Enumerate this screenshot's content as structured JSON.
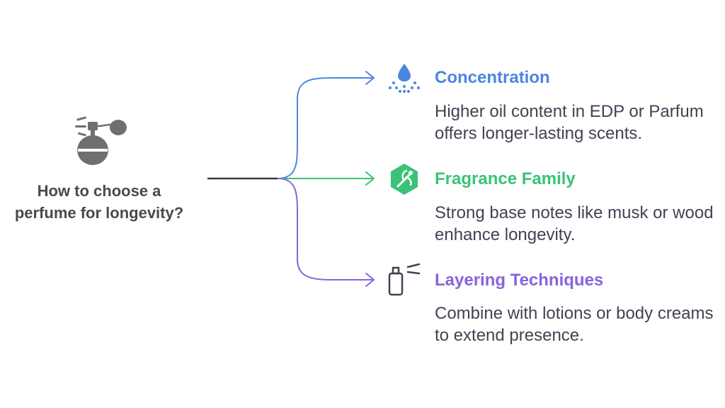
{
  "colors": {
    "root_line": "#3a3a3a",
    "root_icon": "#6f6f6f",
    "concentration": "#4a86e0",
    "fragrance_family": "#3ac278",
    "layering": "#8a63dd",
    "description_text": "#3f4452"
  },
  "root": {
    "icon": "perfume-bottle-icon",
    "label": "How to choose a perfume for longevity?"
  },
  "branches": [
    {
      "icon": "droplet-spray-icon",
      "title": "Concentration",
      "description": "Higher oil content in EDP or Parfum offers longer-lasting scents."
    },
    {
      "icon": "fragrance-leaf-badge-icon",
      "title": "Fragrance Family",
      "description": "Strong base notes like musk or wood enhance longevity."
    },
    {
      "icon": "spray-bottle-icon",
      "title": "Layering Techniques",
      "description": "Combine with lotions or body creams to extend presence."
    }
  ]
}
